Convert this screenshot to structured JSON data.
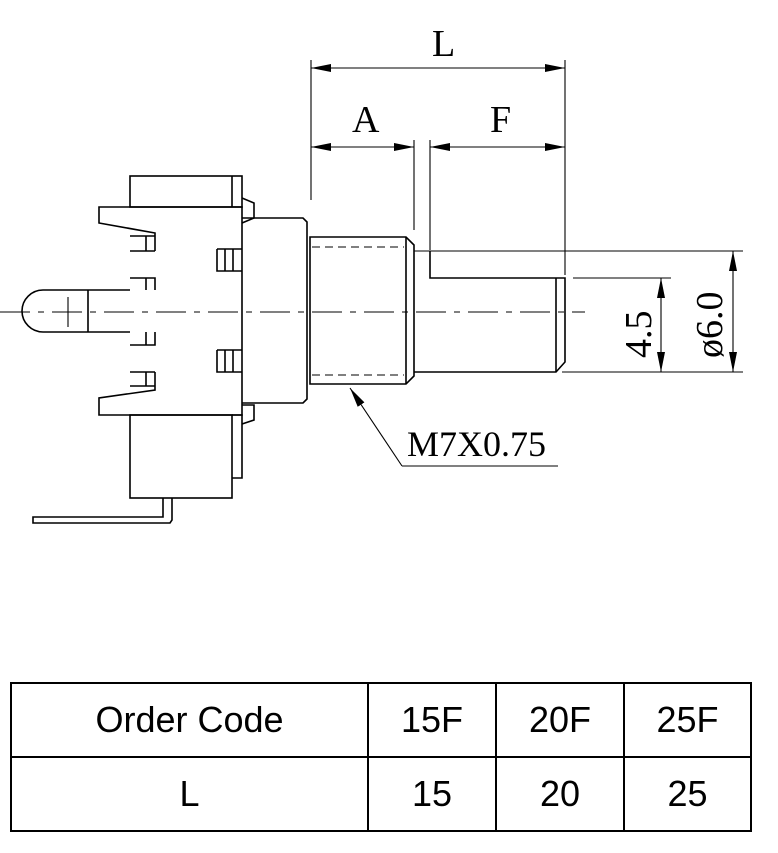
{
  "drawing": {
    "dim_L": "L",
    "dim_A": "A",
    "dim_F": "F",
    "dim_flat": "4.5",
    "dim_diameter": "ø6.0",
    "thread_callout": "M7X0.75"
  },
  "table": {
    "headers": [
      "Order Code",
      "15F",
      "20F",
      "25F"
    ],
    "rows": [
      [
        "L",
        "15",
        "20",
        "25"
      ]
    ]
  }
}
